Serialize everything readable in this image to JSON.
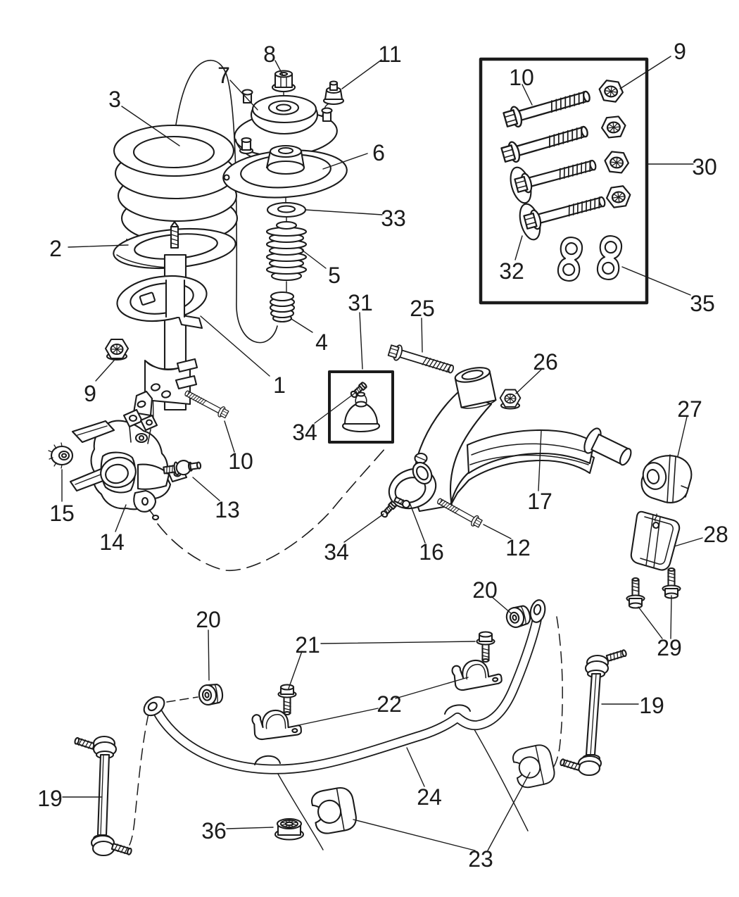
{
  "figure": {
    "kind": "exploded-parts-diagram"
  },
  "colors": {
    "background": "#ffffff",
    "line_color": "#1b1b1b"
  },
  "callouts": [
    {
      "label": "8"
    },
    {
      "label": "11"
    },
    {
      "label": "7"
    },
    {
      "label": "3"
    },
    {
      "label": "9"
    },
    {
      "label": "10"
    },
    {
      "label": "30"
    },
    {
      "label": "6"
    },
    {
      "label": "33"
    },
    {
      "label": "2"
    },
    {
      "label": "5"
    },
    {
      "label": "32"
    },
    {
      "label": "35"
    },
    {
      "label": "4"
    },
    {
      "label": "31"
    },
    {
      "label": "25"
    },
    {
      "label": "26"
    },
    {
      "label": "9"
    },
    {
      "label": "1"
    },
    {
      "label": "27"
    },
    {
      "label": "10"
    },
    {
      "label": "34"
    },
    {
      "label": "17"
    },
    {
      "label": "15"
    },
    {
      "label": "13"
    },
    {
      "label": "14"
    },
    {
      "label": "34"
    },
    {
      "label": "16"
    },
    {
      "label": "12"
    },
    {
      "label": "28"
    },
    {
      "label": "20"
    },
    {
      "label": "29"
    },
    {
      "label": "20"
    },
    {
      "label": "21"
    },
    {
      "label": "22"
    },
    {
      "label": "19"
    },
    {
      "label": "24"
    },
    {
      "label": "19"
    },
    {
      "label": "36"
    },
    {
      "label": "23"
    }
  ]
}
